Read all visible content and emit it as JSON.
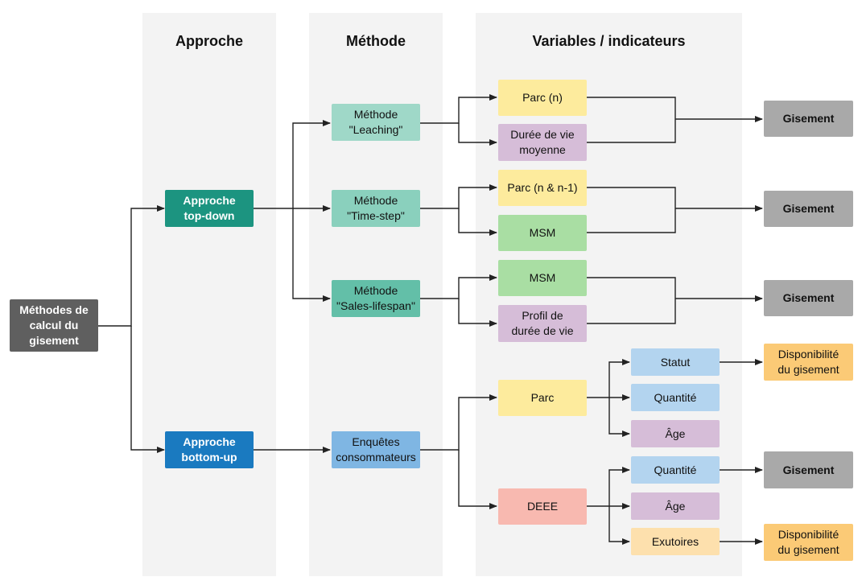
{
  "columns": {
    "approche": "Approche",
    "methode": "Méthode",
    "variables": "Variables / indicateurs"
  },
  "nodes": {
    "root": [
      "Méthodes de",
      "calcul du",
      "gisement"
    ],
    "top_down": [
      "Approche",
      "top-down"
    ],
    "bottom_up": [
      "Approche",
      "bottom-up"
    ],
    "leaching": [
      "Méthode",
      "\"Leaching\""
    ],
    "time_step": [
      "Méthode",
      "\"Time-step\""
    ],
    "sales_lifespan": [
      "Méthode",
      "\"Sales-lifespan\""
    ],
    "enquetes": [
      "Enquêtes",
      "consommateurs"
    ],
    "parc_n": [
      "Parc (n)"
    ],
    "duree_vie": [
      "Durée de vie",
      "moyenne"
    ],
    "parc_n_n1": [
      "Parc (n & n-1)"
    ],
    "msm_1": [
      "MSM"
    ],
    "msm_2": [
      "MSM"
    ],
    "profil": [
      "Profil de",
      "durée de vie"
    ],
    "parc": [
      "Parc"
    ],
    "deee": [
      "DEEE"
    ],
    "statut": [
      "Statut"
    ],
    "quantite_1": [
      "Quantité"
    ],
    "age_1": [
      "Âge"
    ],
    "quantite_2": [
      "Quantité"
    ],
    "age_2": [
      "Âge"
    ],
    "exutoires": [
      "Exutoires"
    ],
    "gisement_1": [
      "Gisement"
    ],
    "gisement_2": [
      "Gisement"
    ],
    "gisement_3": [
      "Gisement"
    ],
    "gisement_4": [
      "Gisement"
    ],
    "dispo_1": [
      "Disponibilité",
      "du gisement"
    ],
    "dispo_2": [
      "Disponibilité",
      "du gisement"
    ]
  },
  "colors": {
    "column_bg": "#f3f3f3",
    "root": "#5f5f5f",
    "approach": "#1c9480",
    "bottom_up": "#1a7ac0",
    "method_light": "#9fd8c8",
    "method_mid": "#8ad0bd",
    "method_dark": "#63bfa8",
    "survey": "#7fb6e3",
    "yellow": "#fdeb9d",
    "purple": "#d6bdd8",
    "green": "#a9dea3",
    "pink": "#f8b9b0",
    "blue": "#b3d4ef",
    "peach": "#fde0ad",
    "orange": "#fbca76",
    "gray": "#a9a9a9",
    "line": "#222222"
  }
}
